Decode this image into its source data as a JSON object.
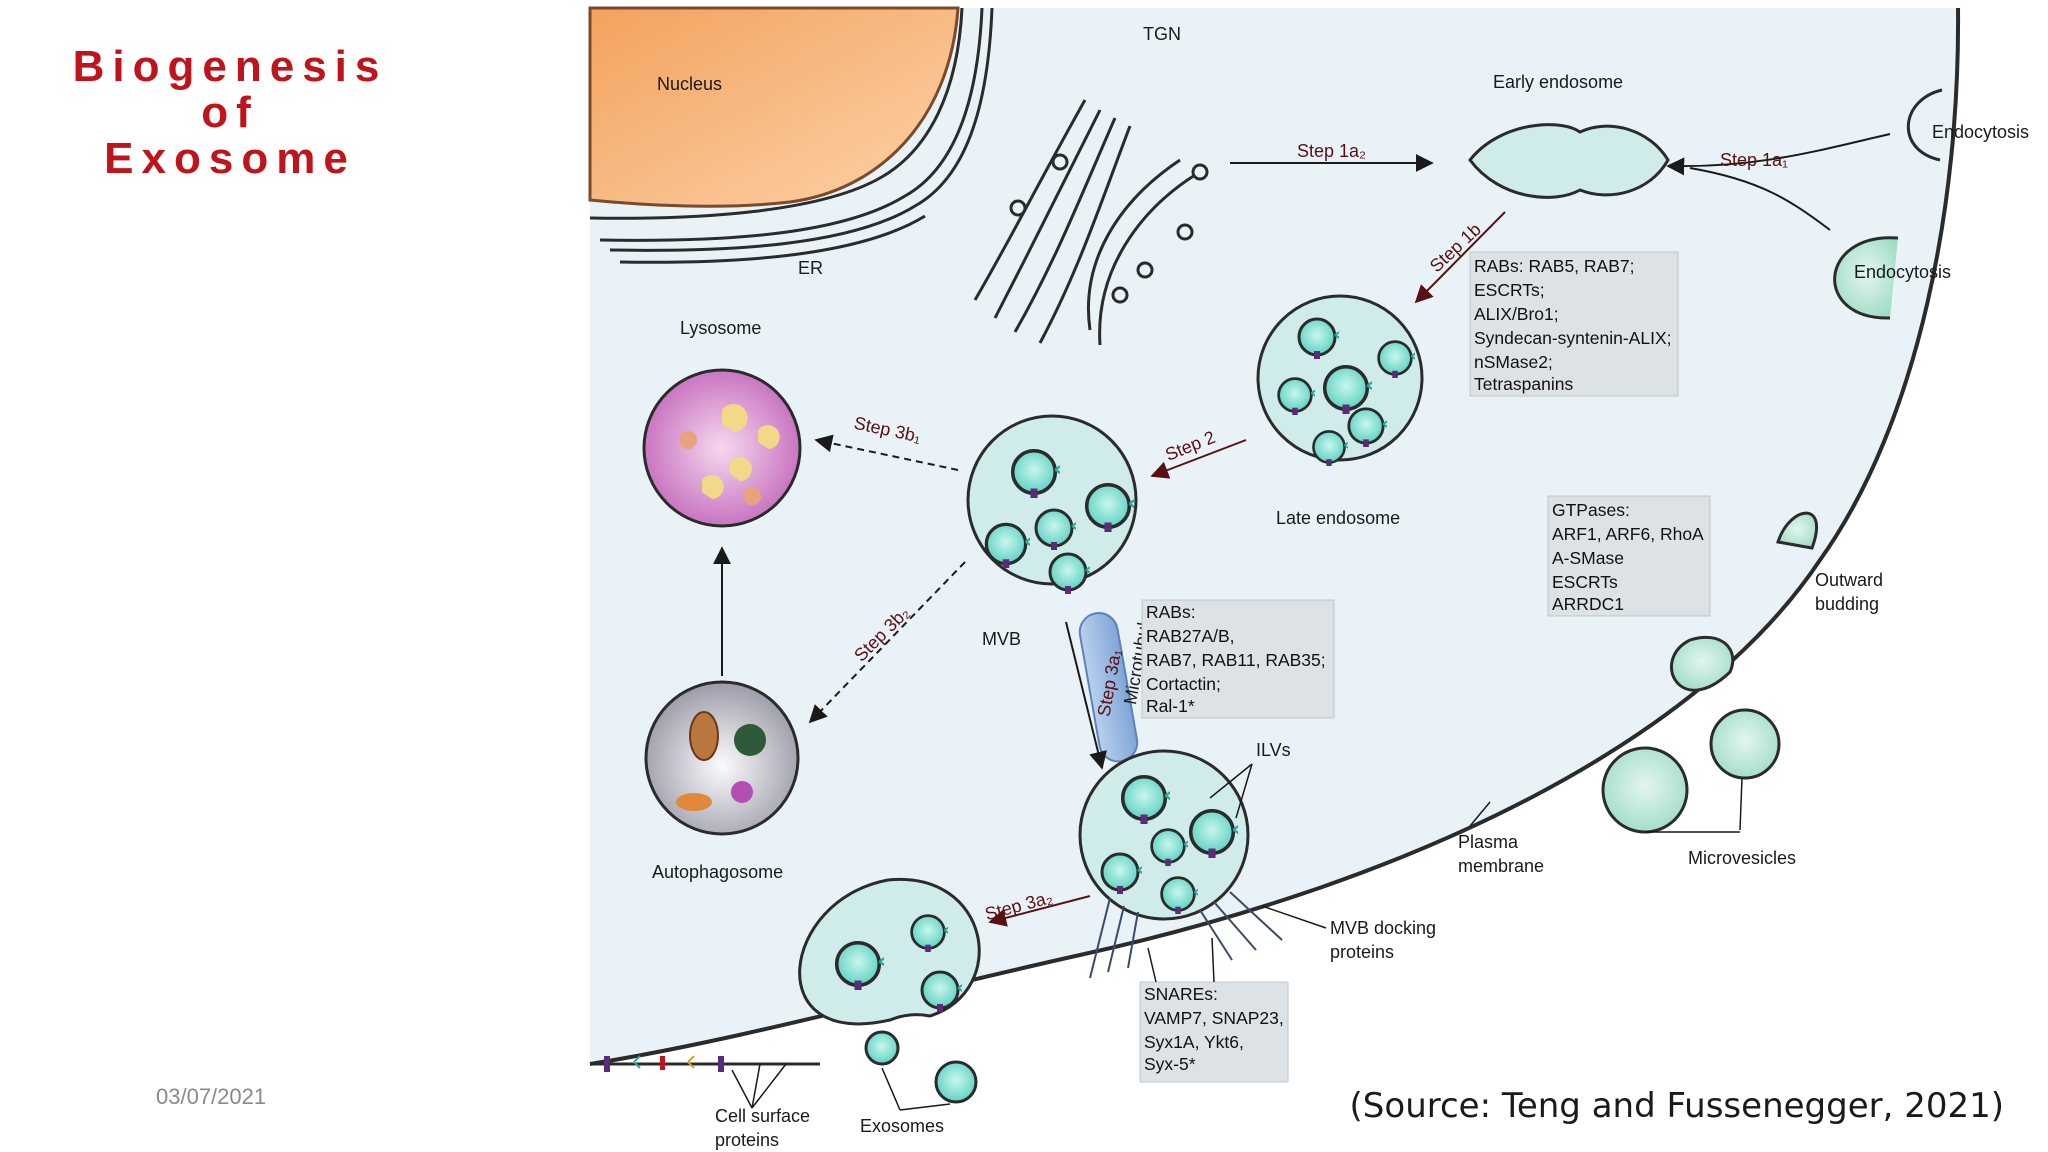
{
  "slide": {
    "title_lines": [
      "Biogenesis",
      "of",
      "Exosome"
    ],
    "date": "03/07/2021",
    "source": "(Source: Teng and Fussenegger, 2021)"
  },
  "labels": {
    "nucleus": "Nucleus",
    "er": "ER",
    "tgn": "TGN",
    "early_endosome": "Early endosome",
    "endocytosis_top": "Endocytosis",
    "endocytosis_mid": "Endocytosis",
    "late_endosome": "Late endosome",
    "lysosome": "Lysosome",
    "mvb": "MVB",
    "autophagosome": "Autophagosome",
    "microtubule": "Microtubule",
    "ilvs": "ILVs",
    "plasma_membrane": [
      "Plasma",
      "membrane"
    ],
    "outward_budding": [
      "Outward",
      "budding"
    ],
    "microvesicles": "Microvesicles",
    "mvb_docking": [
      "MVB docking",
      "proteins"
    ],
    "cell_surface": [
      "Cell surface",
      "proteins"
    ],
    "exosomes": "Exosomes"
  },
  "steps": {
    "s1a2": "Step 1a₂",
    "s1a1": "Step 1a₁",
    "s1b": "Step 1b",
    "s2": "Step 2",
    "s3b1": "Step 3b₁",
    "s3b2": "Step 3b₂",
    "s3a1": "Step 3a₁",
    "s3a2": "Step 3a₂"
  },
  "boxes": {
    "rabs_escrt": [
      "RABs: RAB5, RAB7;",
      "ESCRTs;",
      "ALIX/Bro1;",
      "Syndecan-syntenin-ALIX;",
      "nSMase2;",
      "Tetraspanins"
    ],
    "gtpases": [
      "GTPases:",
      "ARF1, ARF6, RhoA",
      "A-SMase",
      "ESCRTs",
      "ARRDC1"
    ],
    "rabs_27": [
      "RABs:",
      "RAB27A/B,",
      "RAB7, RAB11, RAB35;",
      "Cortactin;",
      "Ral-1*"
    ],
    "snares": [
      "SNAREs:",
      "VAMP7, SNAP23,",
      "Syx1A, Ykt6,",
      "Syx-5*"
    ]
  },
  "colors": {
    "title": "#c0141c",
    "cytoplasm": "#e9f3f7",
    "nucleus": "#f6b274",
    "vesicle_fill": "#cfeceb",
    "ilv_fill": "#8fe0d4",
    "membrane": "#2b2b2b",
    "box_fill": "#dde2e6"
  }
}
